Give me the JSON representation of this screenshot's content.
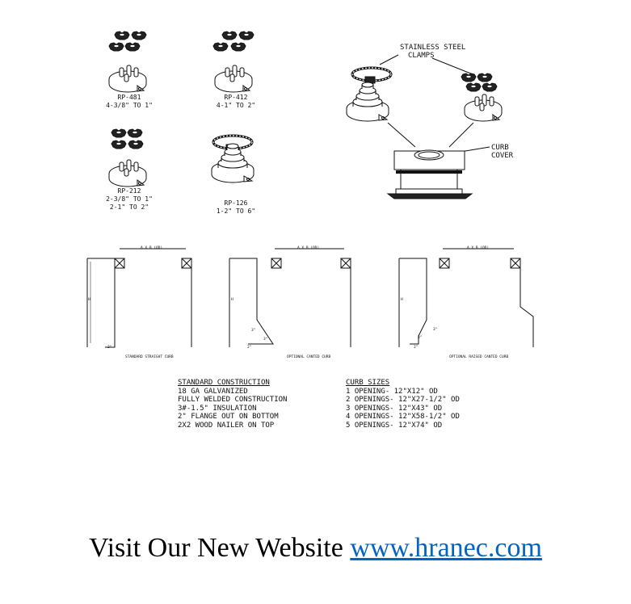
{
  "products": [
    {
      "model": "RP-481",
      "range": "4-3/8\" TO 1\""
    },
    {
      "model": "RP-412",
      "range": "4-1\" TO 2\""
    },
    {
      "model": "RP-212",
      "range_1": "2-3/8\" TO 1\"",
      "range_2": "2-1\" TO 2\""
    },
    {
      "model": "RP-126",
      "range": "1-2\" TO 6\""
    }
  ],
  "callouts": {
    "clamps_1": "STAINLESS STEEL",
    "clamps_2": "CLAMPS",
    "cover_1": "CURB",
    "cover_2": "COVER"
  },
  "curbs": {
    "dim_top": "A X B",
    "dim_side": "H",
    "dim_flange": "2\"",
    "dim_cant": "3\"",
    "dim_od": "(OD)",
    "captions": [
      "STANDARD STRAIGHT CURB",
      "OPTIONAL CANTED CURB",
      "OPTIONAL RAISED CANTED CURB"
    ]
  },
  "construction": {
    "heading": "STANDARD CONSTRUCTION",
    "lines": [
      "18 GA GALVANIZED",
      "FULLY WELDED CONSTRUCTION",
      "3#-1.5\" INSULATION",
      "2\" FLANGE OUT ON BOTTOM",
      "2X2 WOOD NAILER ON TOP"
    ]
  },
  "sizes": {
    "heading": "CURB SIZES",
    "lines": [
      "1 OPENING-   12\"X12\" OD",
      "2 OPENINGS- 12\"X27-1/2\" OD",
      "3 OPENINGS- 12\"X43\" OD",
      "4 OPENINGS- 12\"X58-1/2\" OD",
      "5 OPENINGS- 12\"X74\" OD"
    ]
  },
  "footer": {
    "text": "Visit Our New Website ",
    "link": "www.hranec.com"
  }
}
